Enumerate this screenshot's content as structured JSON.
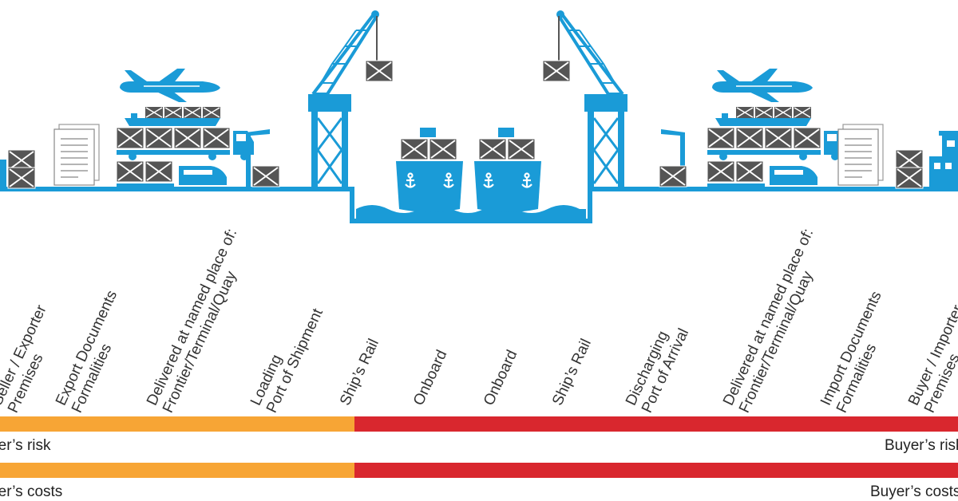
{
  "stages": [
    {
      "id": "exporter",
      "lines": [
        "Seller / Exporter",
        "Premises"
      ]
    },
    {
      "id": "export-docs",
      "lines": [
        "Export Documents",
        "Formalities"
      ]
    },
    {
      "id": "delivered-export",
      "lines": [
        "Delivered at named place of:",
        "Frontier/Terminal/Quay"
      ]
    },
    {
      "id": "loading",
      "lines": [
        "Loading",
        "Port of Shipment"
      ]
    },
    {
      "id": "ships-rail-1",
      "lines": [
        "Ship’s Rail"
      ]
    },
    {
      "id": "onboard-1",
      "lines": [
        "Onboard"
      ]
    },
    {
      "id": "onboard-2",
      "lines": [
        "Onboard"
      ]
    },
    {
      "id": "ships-rail-2",
      "lines": [
        "Ship’s Rail"
      ]
    },
    {
      "id": "discharging",
      "lines": [
        "Discharging",
        "Port of Arrival"
      ]
    },
    {
      "id": "delivered-import",
      "lines": [
        "Delivered at named place of:",
        "Frontier/Terminal/Quay"
      ]
    },
    {
      "id": "import-docs",
      "lines": [
        "Import Documents",
        "Formalities"
      ]
    },
    {
      "id": "importer",
      "lines": [
        "Buyer / Importer",
        "Premises"
      ]
    }
  ],
  "risk": {
    "seller_label": "Seller’s risk",
    "buyer_label": "Buyer’s risk",
    "seller_color": "#f7a535",
    "buyer_color": "#d9272e",
    "transfer_point": "Ship’s Rail"
  },
  "costs": {
    "seller_label": "Seller’s costs",
    "buyer_label": "Buyer’s costs",
    "seller_color": "#f7a535",
    "buyer_color": "#d9272e",
    "transfer_point": "Ship’s Rail"
  },
  "colors": {
    "primary": "#1a9bd7",
    "cargo": "#555555",
    "water": "#1a9bd7"
  },
  "icons": [
    "airplane-icon",
    "cargo-ship-icon",
    "truck-icon",
    "train-icon",
    "document-icon",
    "crane-icon",
    "container-icon",
    "anchor-icon",
    "building-icon"
  ]
}
